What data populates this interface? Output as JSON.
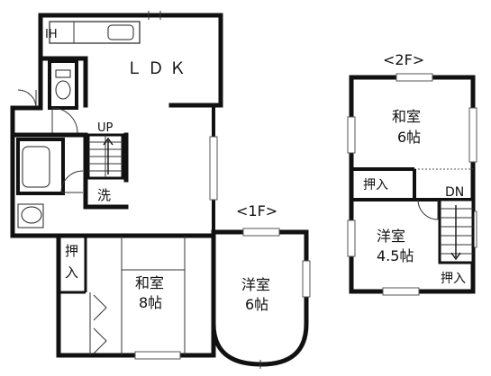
{
  "floor1": {
    "label": "<1F>",
    "ldk": "ＬＤＫ",
    "ih": "IH",
    "up": "UP",
    "wash": "洗",
    "oshiire": [
      "押",
      "入"
    ],
    "washitsu": [
      "和室",
      "8帖"
    ],
    "youshitsu": [
      "洋室",
      "6帖"
    ]
  },
  "floor2": {
    "label": "<2F>",
    "washitsu": [
      "和室",
      "6帖"
    ],
    "oshiire_left": "押入",
    "dn": "DN",
    "youshitsu": [
      "洋室",
      "4.5帖"
    ],
    "oshiire_right": "押入"
  }
}
